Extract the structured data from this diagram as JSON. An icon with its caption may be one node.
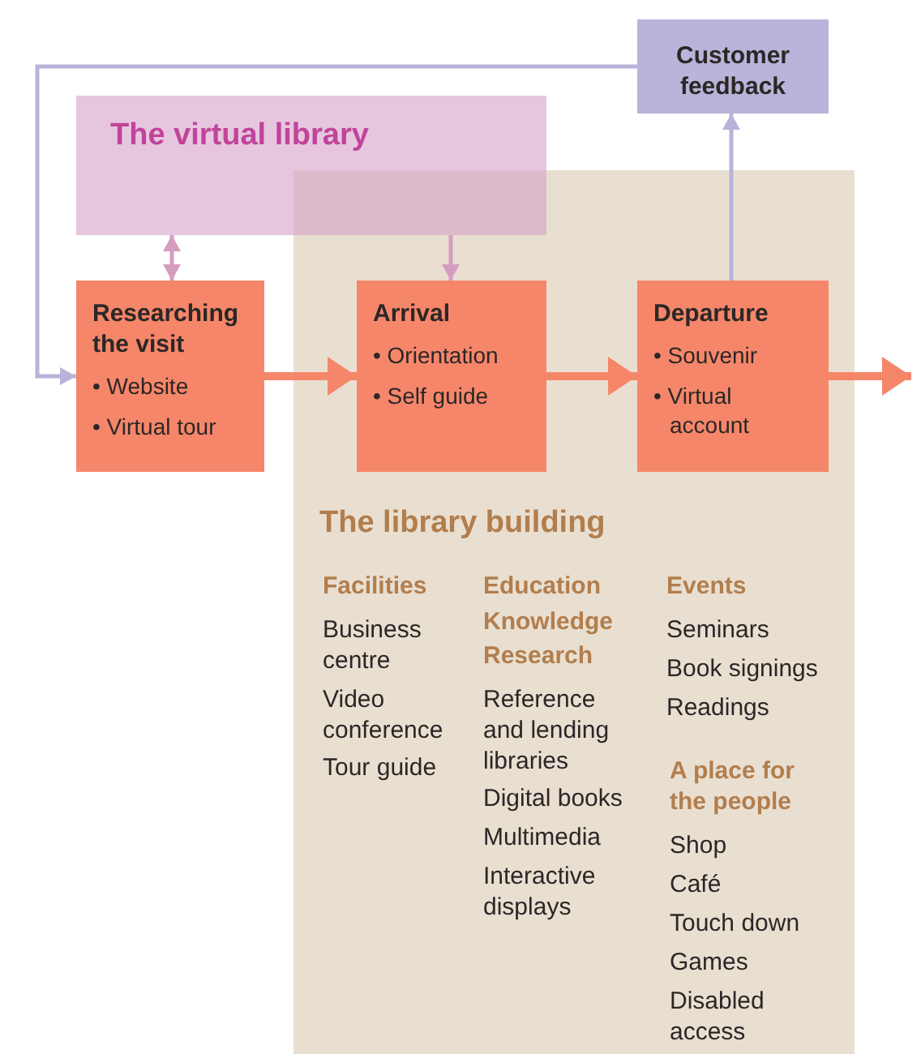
{
  "diagram": {
    "nodes": [
      {
        "text": [
          "Customer feedback"
        ]
      },
      {
        "text": [
          "The virtual library"
        ]
      },
      {
        "text": [
          "The library building"
        ]
      },
      {
        "text": [
          "Researching the visit",
          "• Website",
          "• Virtual tour"
        ]
      },
      {
        "text": [
          "Arrival",
          "• Orientation",
          "• Self guide"
        ],
        "in": 2
      },
      {
        "text": [
          "Departure",
          "• Souvenir",
          "• Virtual account"
        ],
        "in": 2
      }
    ],
    "edges": [
      {
        "from": 0,
        "to": 3,
        "arrow": "to",
        "color": "#b9b3d9"
      },
      {
        "from": 1,
        "to": 3,
        "arrow": "both",
        "color": "#d69cc0"
      },
      {
        "from": 1,
        "to": 4,
        "arrow": "to",
        "color": "#d69cc0"
      },
      {
        "from": 3,
        "to": 4,
        "arrow": "to",
        "style": "thick"
      },
      {
        "from": 4,
        "to": 5,
        "arrow": "to",
        "style": "thick"
      },
      {
        "from": 5,
        "to": null,
        "arrow": "to",
        "style": "thick"
      },
      {
        "from": 5,
        "to": 0,
        "arrow": "to",
        "color": "#b9b3d9"
      }
    ],
    "labels": [
      "Facilities",
      "Business centre",
      "Video conference",
      "Tour guide",
      "Education",
      "Knowledge",
      "Research",
      "Reference and lending libraries",
      "Digital books",
      "Multimedia",
      "Interactive displays",
      "Events",
      "Seminars",
      "Book signings",
      "Readings",
      "A place for the people",
      "Shop",
      "Café",
      "Touch down",
      "Games",
      "Disabled access"
    ]
  }
}
